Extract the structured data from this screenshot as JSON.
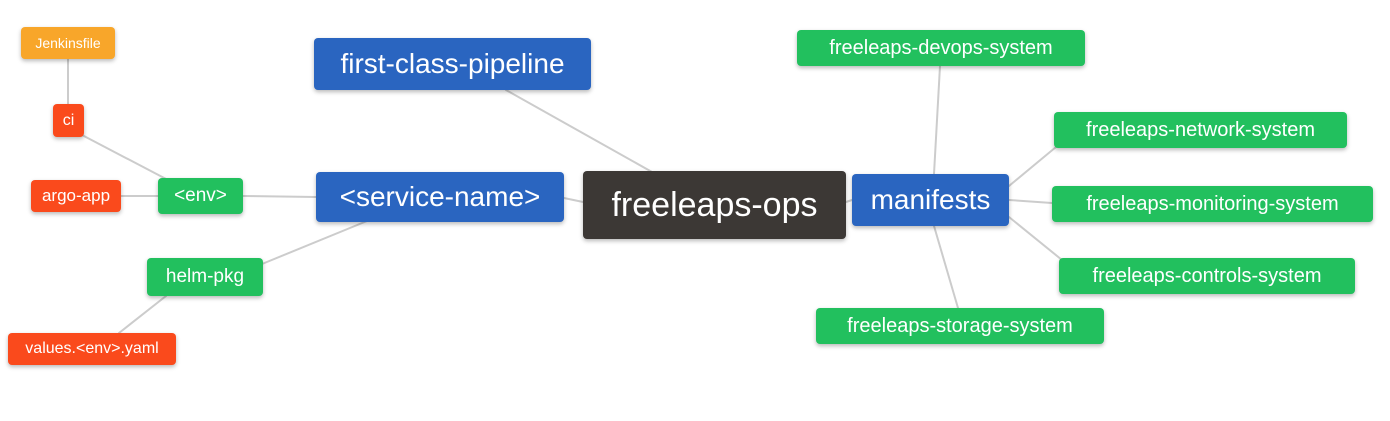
{
  "diagram": {
    "type": "mindmap",
    "background": "#ffffff",
    "edge_color": "#cccccc",
    "palette": {
      "root": "#3C3835",
      "branch_blue": "#2A65C0",
      "leaf_green": "#22C05E",
      "leaf_red": "#FA4A1C",
      "leaf_orange": "#F8A62A",
      "text": "#ffffff"
    },
    "nodes": {
      "ops": {
        "label": "freeleaps-ops",
        "color": "#3C3835"
      },
      "pipeline": {
        "label": "first-class-pipeline",
        "color": "#2A65C0"
      },
      "service": {
        "label": "<service-name>",
        "color": "#2A65C0"
      },
      "manifests": {
        "label": "manifests",
        "color": "#2A65C0"
      },
      "env": {
        "label": "<env>",
        "color": "#22C05E"
      },
      "helm_pkg": {
        "label": "helm-pkg",
        "color": "#22C05E"
      },
      "ci": {
        "label": "ci",
        "color": "#FA4A1C"
      },
      "argo_app": {
        "label": "argo-app",
        "color": "#FA4A1C"
      },
      "jenkinsfile": {
        "label": "Jenkinsfile",
        "color": "#F8A62A"
      },
      "values_yaml": {
        "label": "values.<env>.yaml",
        "color": "#FA4A1C"
      },
      "devops": {
        "label": "freeleaps-devops-system",
        "color": "#22C05E"
      },
      "network": {
        "label": "freeleaps-network-system",
        "color": "#22C05E"
      },
      "monitoring": {
        "label": "freeleaps-monitoring-system",
        "color": "#22C05E"
      },
      "controls": {
        "label": "freeleaps-controls-system",
        "color": "#22C05E"
      },
      "storage": {
        "label": "freeleaps-storage-system",
        "color": "#22C05E"
      }
    },
    "edges": [
      {
        "from": "jenkinsfile",
        "to": "ci"
      },
      {
        "from": "ci",
        "to": "env"
      },
      {
        "from": "argo_app",
        "to": "env"
      },
      {
        "from": "env",
        "to": "service"
      },
      {
        "from": "service",
        "to": "ops"
      },
      {
        "from": "service",
        "to": "helm_pkg"
      },
      {
        "from": "helm_pkg",
        "to": "values_yaml"
      },
      {
        "from": "pipeline",
        "to": "ops"
      },
      {
        "from": "ops",
        "to": "manifests"
      },
      {
        "from": "manifests",
        "to": "devops"
      },
      {
        "from": "manifests",
        "to": "network"
      },
      {
        "from": "manifests",
        "to": "monitoring"
      },
      {
        "from": "manifests",
        "to": "controls"
      },
      {
        "from": "manifests",
        "to": "storage"
      }
    ]
  }
}
